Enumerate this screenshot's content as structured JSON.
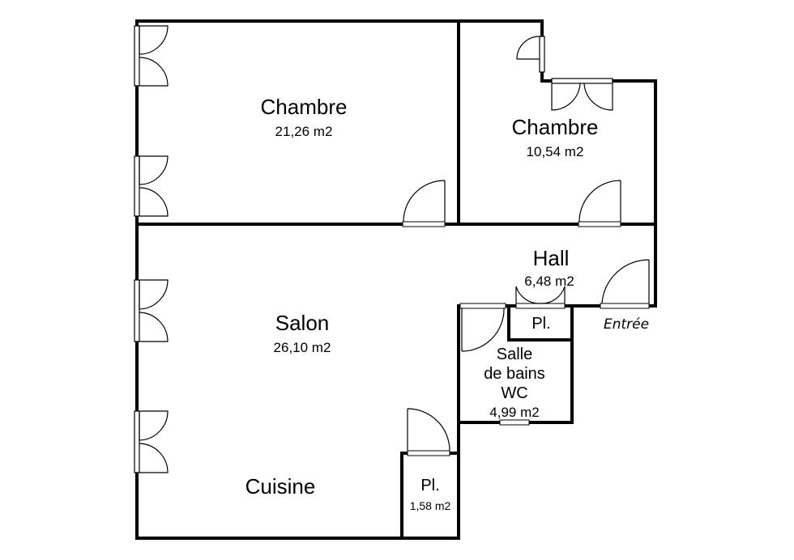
{
  "rooms": {
    "bedroom_large": {
      "name": "Chambre",
      "area": "21,26 m2"
    },
    "bedroom_small": {
      "name": "Chambre",
      "area": "10,54 m2"
    },
    "hall": {
      "name": "Hall",
      "area": "6,48 m2"
    },
    "living": {
      "name": "Salon",
      "area": "26,10 m2"
    },
    "kitchen": {
      "name": "Cuisine"
    },
    "closet_hall": {
      "name": "Pl."
    },
    "closet_living": {
      "name": "Pl.",
      "area": "1,58 m2"
    },
    "bathroom": {
      "name_line1": "Salle",
      "name_line2": "de bains",
      "name_line3": "WC",
      "area": "4,99 m2"
    }
  },
  "entrance": {
    "label": "Entrée"
  }
}
